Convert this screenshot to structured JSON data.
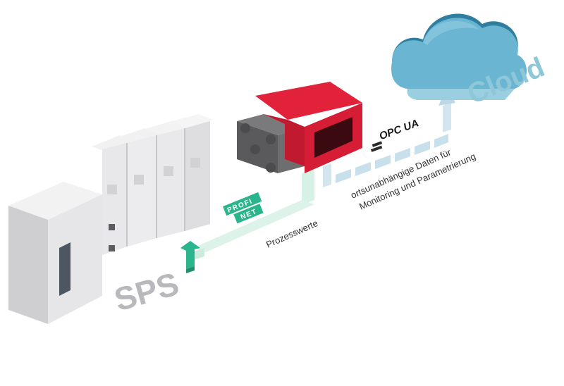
{
  "labels": {
    "sps": "SPS",
    "cloud": "Cloud",
    "prozesswerte": "Prozesswerte",
    "opc_line1": "ortsunabhängige Daten für",
    "opc_line2": "Monitoring und Parametrierung"
  },
  "logos": {
    "opcua": "OPC UA",
    "profinet_line1": "PROFI",
    "profinet_line2": "NET"
  },
  "colors": {
    "sps_gray": "#b9b9bd",
    "cloud_blue": "#5faecb",
    "cloud_label": "#8ec7d8",
    "device_red": "#e2213a",
    "device_gray": "#656566",
    "profinet_green": "#2bb58c",
    "flow_green": "#cfeee1",
    "flow_blue": "#c8dfec"
  }
}
